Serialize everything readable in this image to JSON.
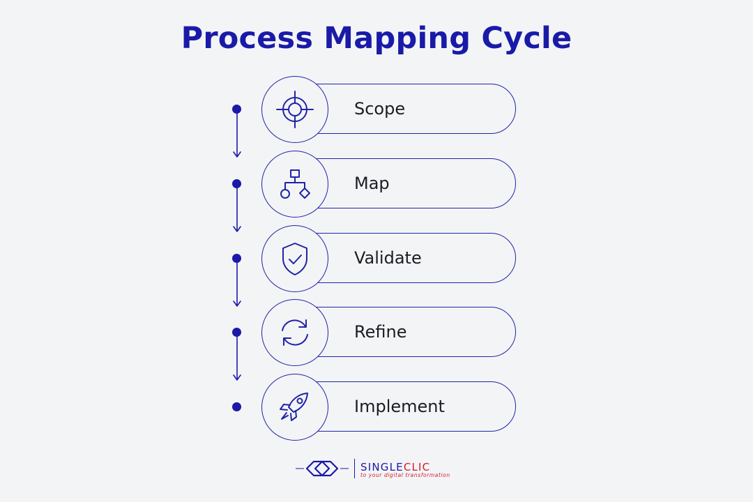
{
  "title": "Process Mapping Cycle",
  "colors": {
    "accent": "#1a1aa8",
    "outline": "#1f24a6",
    "background": "#f3f4f6",
    "brand_red": "#d01c2a"
  },
  "steps": [
    {
      "label": "Scope",
      "icon": "target-icon"
    },
    {
      "label": "Map",
      "icon": "flowchart-icon"
    },
    {
      "label": "Validate",
      "icon": "shield-check-icon"
    },
    {
      "label": "Refine",
      "icon": "refresh-icon"
    },
    {
      "label": "Implement",
      "icon": "rocket-icon"
    }
  ],
  "footer": {
    "brand_part1": "SINGLE",
    "brand_part2": "CLIC",
    "tagline": "to your digital transformation"
  }
}
